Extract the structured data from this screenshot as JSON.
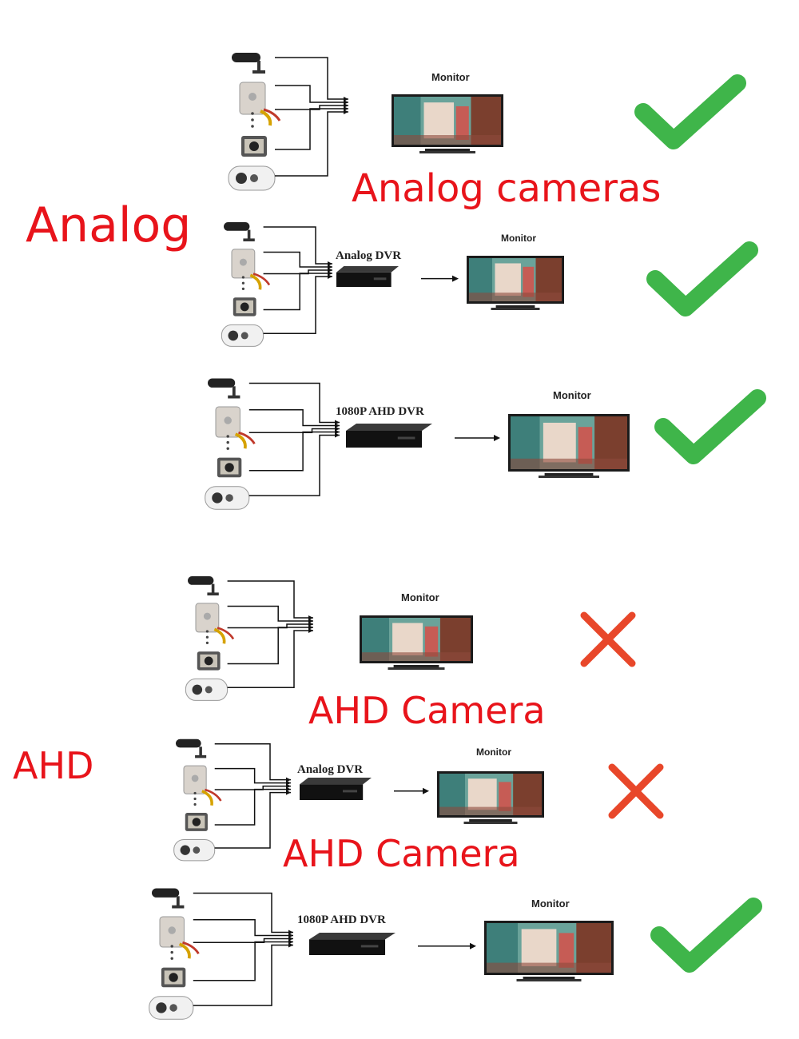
{
  "sections": [
    {
      "label": "Analog"
    },
    {
      "label": "AHD"
    }
  ],
  "captions": {
    "analog_cameras": "Analog cameras",
    "ahd_camera_1": "AHD Camera",
    "ahd_camera_2": "AHD Camera"
  },
  "rows": [
    {
      "monitor_label": "Monitor",
      "dvr_label": "",
      "result": "check"
    },
    {
      "monitor_label": "Monitor",
      "dvr_label": "Analog DVR",
      "result": "check"
    },
    {
      "monitor_label": "Monitor",
      "dvr_label": "1080P AHD DVR",
      "result": "check"
    },
    {
      "monitor_label": "Monitor",
      "dvr_label": "",
      "result": "cross"
    },
    {
      "monitor_label": "Monitor",
      "dvr_label": "Analog DVR",
      "result": "cross"
    },
    {
      "monitor_label": "Monitor",
      "dvr_label": "1080P AHD DVR",
      "result": "check"
    }
  ],
  "colors": {
    "check": "#3fb54a",
    "cross": "#e8472a",
    "label": "#e8141b"
  }
}
